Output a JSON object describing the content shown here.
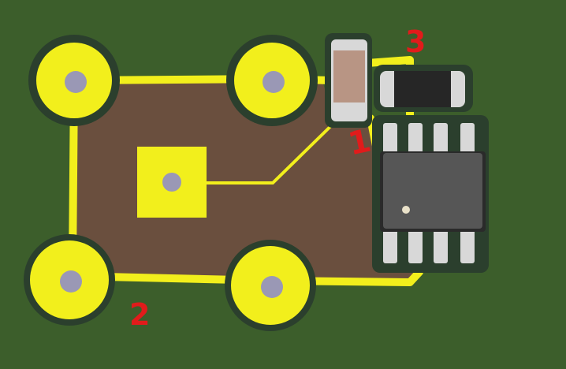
{
  "scene": {
    "title": "",
    "colors": {
      "board": "#3c5e2b",
      "board_edge": "#2f4d22",
      "copper_pour": "#6a4f3e",
      "copper_yellow": "#f2ef1c",
      "pad_ring_shadow": "#2b3f2d",
      "hole": "#9a98b5",
      "chip_body": "#565656",
      "chip_shadow": "#2a2a2a",
      "lead": "#d8d8d8",
      "cap_body": "#b89584",
      "resistor_body": "#262626",
      "marker_text": "#e11b1b",
      "silk_dot": "#e9e1c9"
    },
    "markers": [
      {
        "id": "m1",
        "text": "1"
      },
      {
        "id": "m2",
        "text": "2"
      },
      {
        "id": "m3",
        "text": "3"
      }
    ]
  }
}
